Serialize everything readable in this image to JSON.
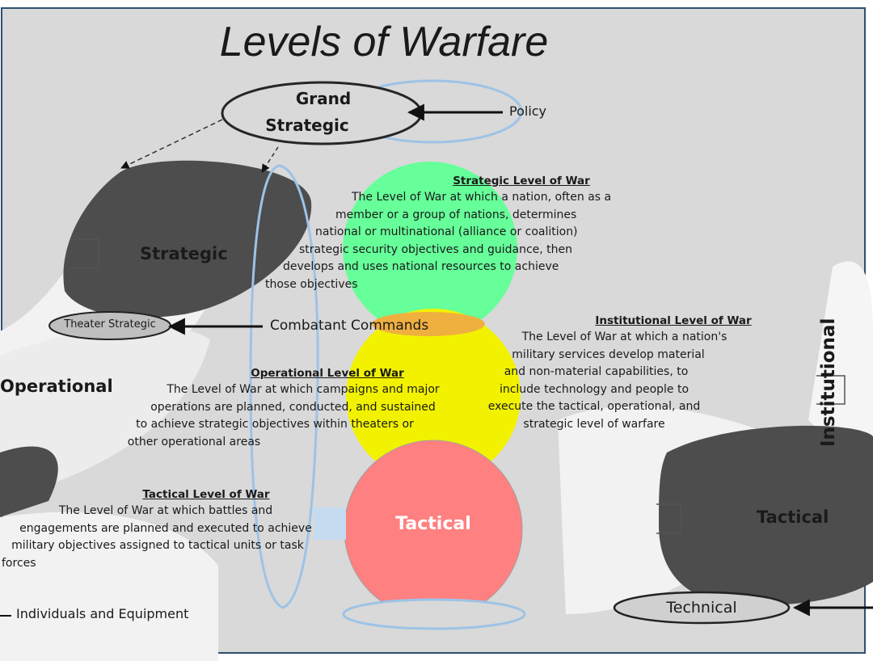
{
  "title": "Levels of Warfare",
  "grand_strategic": {
    "line1": "Grand",
    "line2": "Strategic"
  },
  "policy_label": "Policy",
  "strategic_label": "Strategic",
  "theater_strategic_label": "Theater Strategic",
  "combatant_commands_label": "Combatant Commands",
  "operational_label": "Operational",
  "tactical_label_left": "Tactical",
  "tactical_circle_label": "Tactical",
  "technical_label": "Technical",
  "individuals_label": "Individuals and Equipment",
  "institutional_label": "Institutional",
  "strategic_def": {
    "heading": "Strategic Level of War",
    "lines": [
      "The Level of War at which a nation, often as a",
      "member or a group of nations, determines",
      "national or multinational (alliance or coalition)",
      "strategic security objectives and guidance, then",
      "develops and uses national resources to achieve",
      "those objectives"
    ]
  },
  "institutional_def": {
    "heading": "Institutional Level of War",
    "lines": [
      "The Level of War at which a nation's",
      "military services develop material",
      "and non-material capabilities, to",
      "include technology and people to",
      "execute the tactical, operational, and",
      "strategic level of warfare"
    ]
  },
  "operational_def": {
    "heading": "Operational Level of War",
    "lines": [
      "The Level of War at which campaigns and major",
      "operations are planned, conducted, and sustained",
      "to achieve strategic objectives within theaters or",
      "other operational areas"
    ]
  },
  "tactical_def": {
    "heading": "Tactical Level of War",
    "lines": [
      "The Level of War at which battles and",
      "engagements are planned and executed to achieve",
      "military objectives assigned to tactical units or task",
      "forces"
    ]
  },
  "colors": {
    "frame_bg": "#d9d9d9",
    "dark_shape": "#4d4d4d",
    "light_shape": "#f2f2f2",
    "green": "#66ff99",
    "yellow": "#f2f200",
    "orange": "#f0b040",
    "red": "#ff8080",
    "blue_outline": "#9dc3e6",
    "ellipse_fill": "#bfbfbf"
  }
}
